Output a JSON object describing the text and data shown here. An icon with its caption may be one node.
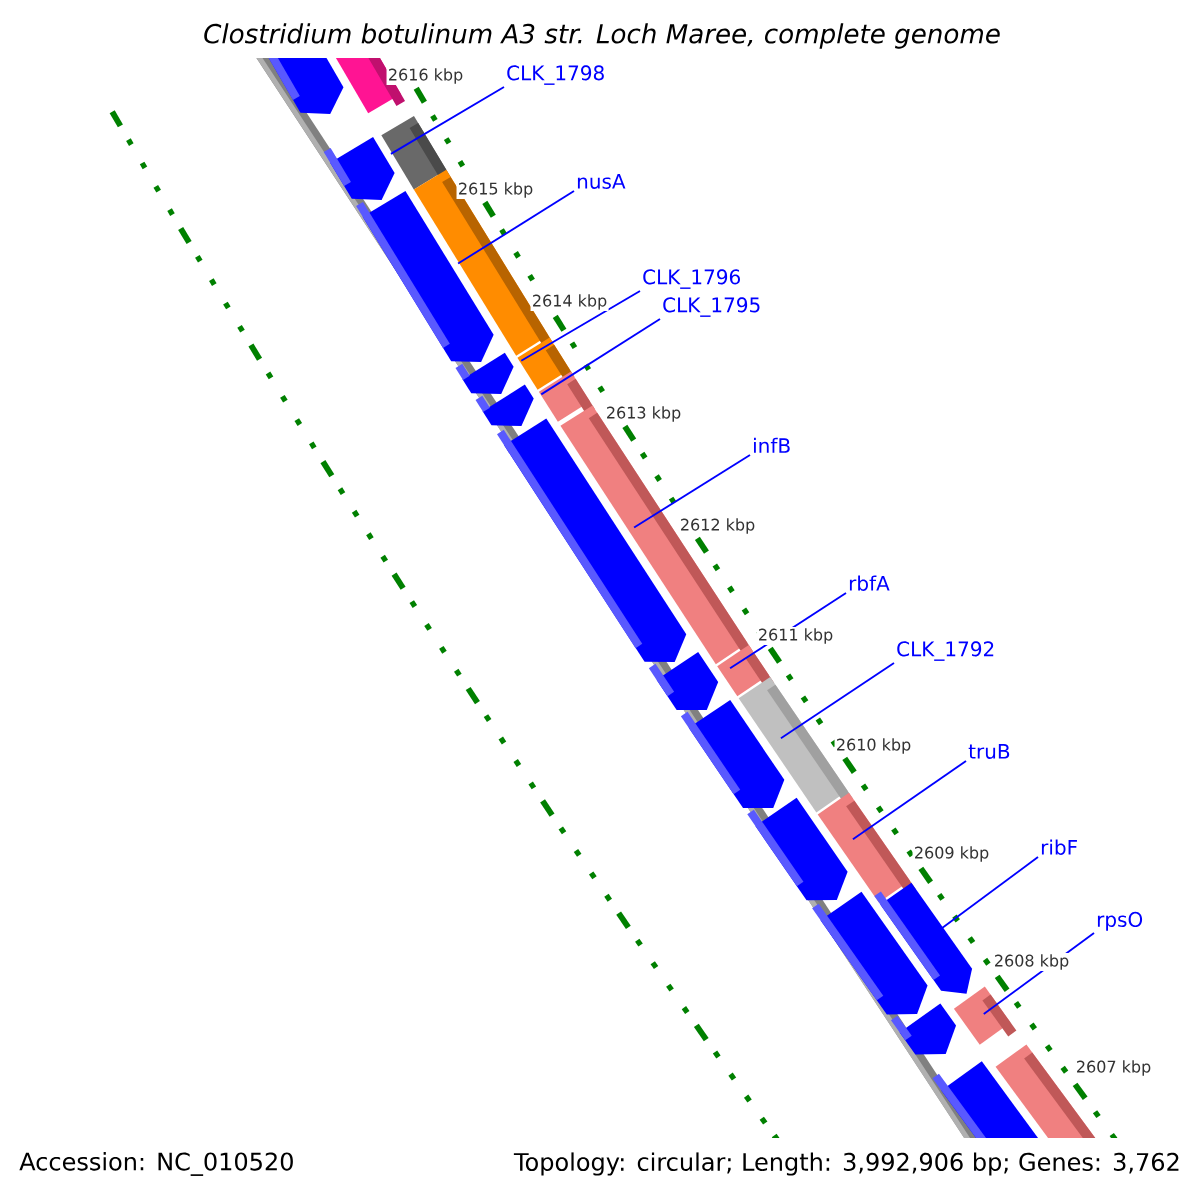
{
  "diagram": {
    "title": "Clostridium botulinum A3 str. Loch Maree, complete genome",
    "nodes": [
      {
        "text": [
          "CLK_1798"
        ]
      },
      {
        "text": [
          "nusA"
        ]
      },
      {
        "text": [
          "CLK_1796"
        ]
      },
      {
        "text": [
          "CLK_1795"
        ]
      },
      {
        "text": [
          "infB"
        ]
      },
      {
        "text": [
          "rbfA"
        ]
      },
      {
        "text": [
          "CLK_1792"
        ]
      },
      {
        "text": [
          "truB"
        ]
      },
      {
        "text": [
          "ribF"
        ]
      },
      {
        "text": [
          "rpsO"
        ]
      },
      {
        "text": [],
        "shape": "bar"
      },
      {
        "text": [],
        "shape": "bar"
      },
      {
        "text": [],
        "shape": "bar"
      },
      {
        "text": [],
        "shape": "bar"
      },
      {
        "text": [],
        "shape": "bar"
      },
      {
        "text": [],
        "shape": "bar"
      },
      {
        "text": [],
        "shape": "bar"
      },
      {
        "text": [],
        "shape": "bar"
      },
      {
        "text": [],
        "shape": "bar"
      },
      {
        "text": [],
        "shape": "bar"
      },
      {
        "text": [],
        "shape": "bar"
      },
      {
        "text": [],
        "shape": "bar"
      },
      {
        "text": [],
        "shape": "bar"
      },
      {
        "text": [],
        "shape": "bar"
      },
      {
        "text": [],
        "shape": "bar"
      },
      {
        "text": [],
        "shape": "bar"
      },
      {
        "text": [],
        "shape": "bar"
      },
      {
        "text": [],
        "shape": "bar"
      },
      {
        "text": [],
        "shape": "bar"
      },
      {
        "text": [],
        "shape": "bar"
      },
      {
        "text": [],
        "shape": "bar"
      },
      {
        "text": [],
        "shape": "bar"
      },
      {
        "text": [],
        "shape": "bar"
      },
      {
        "text": [],
        "shape": "bar"
      }
    ],
    "edges": [
      {
        "from": 0,
        "to": 12,
        "arrow": "none"
      },
      {
        "from": 1,
        "to": 14,
        "arrow": "none"
      },
      {
        "from": 2,
        "to": 16,
        "arrow": "none"
      },
      {
        "from": 3,
        "to": 18,
        "arrow": "none"
      },
      {
        "from": 4,
        "to": 20,
        "arrow": "none"
      },
      {
        "from": 5,
        "to": 22,
        "arrow": "none"
      },
      {
        "from": 6,
        "to": 24,
        "arrow": "none"
      },
      {
        "from": 7,
        "to": 26,
        "arrow": "none"
      },
      {
        "from": 8,
        "to": 28,
        "arrow": "none"
      },
      {
        "from": 9,
        "to": 30,
        "arrow": "none"
      }
    ],
    "labels": [
      "2616 kbp",
      "2615 kbp",
      "2614 kbp",
      "2613 kbp",
      "2612 kbp",
      "2611 kbp",
      "2610 kbp",
      "2609 kbp",
      "2608 kbp",
      "2607 kbp",
      "Accession: NC_010520",
      "Topology: circular; Length: 3,992,906 bp; Genes: 3,762"
    ]
  }
}
